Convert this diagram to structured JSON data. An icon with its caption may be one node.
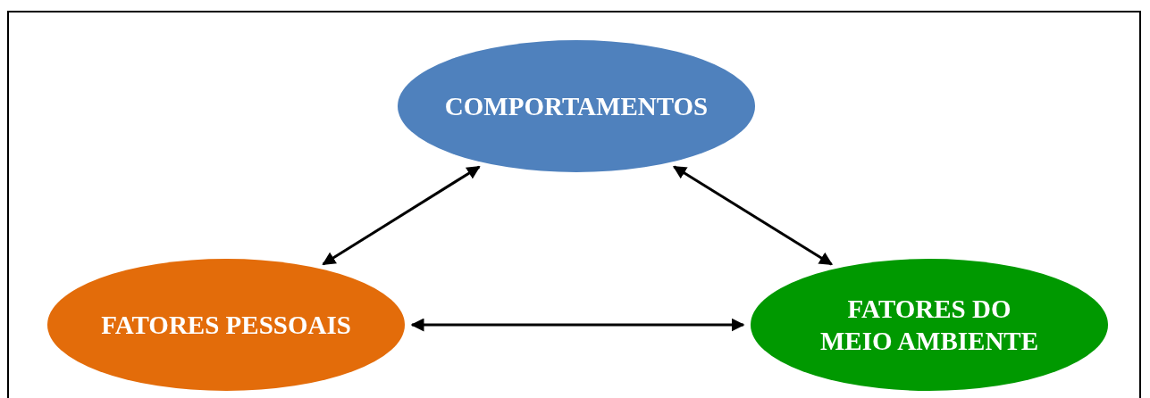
{
  "diagram": {
    "nodes": [
      {
        "text": [
          "COMPORTAMENTOS"
        ]
      },
      {
        "text": [
          "FATORES PESSOAIS"
        ]
      },
      {
        "text": [
          "FATORES DO MEIO AMBIENTE"
        ]
      }
    ],
    "edges": [
      {
        "from": 1,
        "to": 0,
        "arrow": "both"
      },
      {
        "from": 0,
        "to": 2,
        "arrow": "both"
      },
      {
        "from": 1,
        "to": 2,
        "arrow": "both"
      }
    ]
  }
}
